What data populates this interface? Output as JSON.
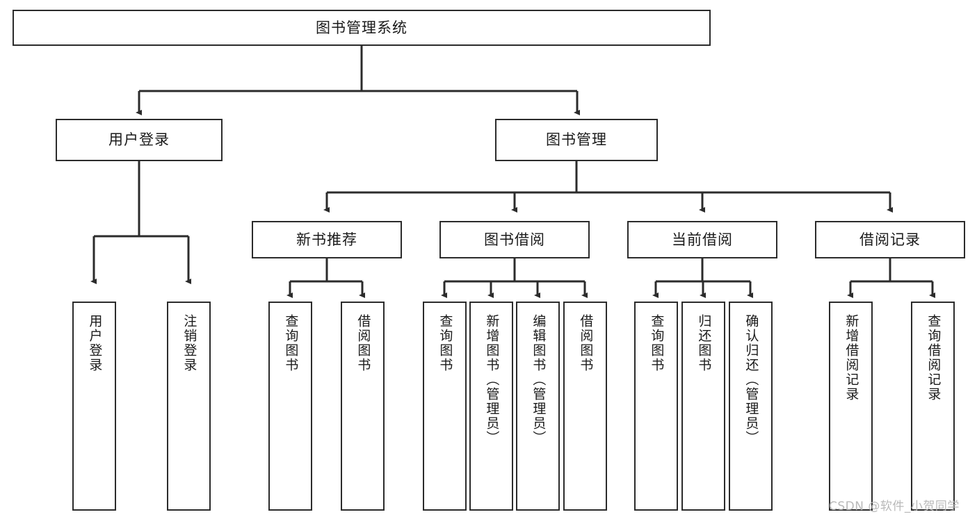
{
  "diagram": {
    "type": "tree-hierarchy-diagram",
    "title": "图书管理系统",
    "watermark": "CSDN @软件_小贺同学",
    "colors": {
      "stroke": "#2b2b2b",
      "fill": "#ffffff",
      "text": "#1a1a1a",
      "watermark": "#b9b9b9"
    },
    "nodes": {
      "root": {
        "label": "图书管理系统"
      },
      "level2": [
        {
          "label": "用户登录"
        },
        {
          "label": "图书管理"
        }
      ],
      "level3": [
        {
          "label": "新书推荐"
        },
        {
          "label": "图书借阅"
        },
        {
          "label": "当前借阅"
        },
        {
          "label": "借阅记录"
        }
      ],
      "leaves": [
        {
          "label": "用户登录"
        },
        {
          "label": "注销登录"
        },
        {
          "label": "查询图书"
        },
        {
          "label": "借阅图书"
        },
        {
          "label": "查询图书"
        },
        {
          "label": "新增图书（管理员）"
        },
        {
          "label": "编辑图书（管理员）"
        },
        {
          "label": "借阅图书"
        },
        {
          "label": "查询图书"
        },
        {
          "label": "归还图书"
        },
        {
          "label": "确认归还（管理员）"
        },
        {
          "label": "新增借阅记录"
        },
        {
          "label": "查询借阅记录"
        }
      ]
    }
  }
}
